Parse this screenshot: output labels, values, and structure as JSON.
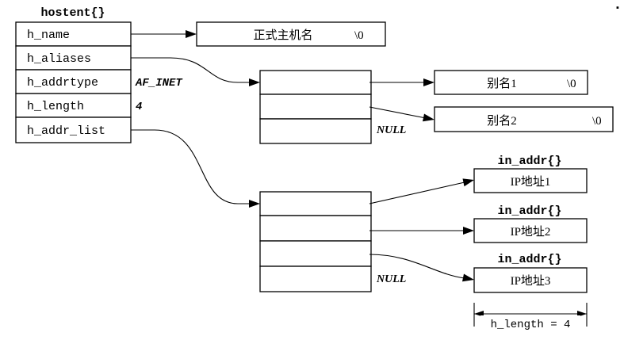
{
  "hostent": {
    "title": "hostent{}",
    "fields": [
      "h_name",
      "h_aliases",
      "h_addrtype",
      "h_length",
      "h_addr_list"
    ],
    "addrtype_value": "AF_INET",
    "length_value": "4"
  },
  "official_name": {
    "label": "正式主机名",
    "terminator": "\\0"
  },
  "aliases": {
    "items": [
      {
        "label": "别名1",
        "terminator": "\\0"
      },
      {
        "label": "别名2",
        "terminator": "\\0"
      }
    ],
    "null_label": "NULL"
  },
  "addr_list": {
    "struct_title": "in_addr{}",
    "items": [
      "IP地址1",
      "IP地址2",
      "IP地址3"
    ],
    "null_label": "NULL"
  },
  "length_note": "h_length = 4",
  "corner_mark": "▪"
}
